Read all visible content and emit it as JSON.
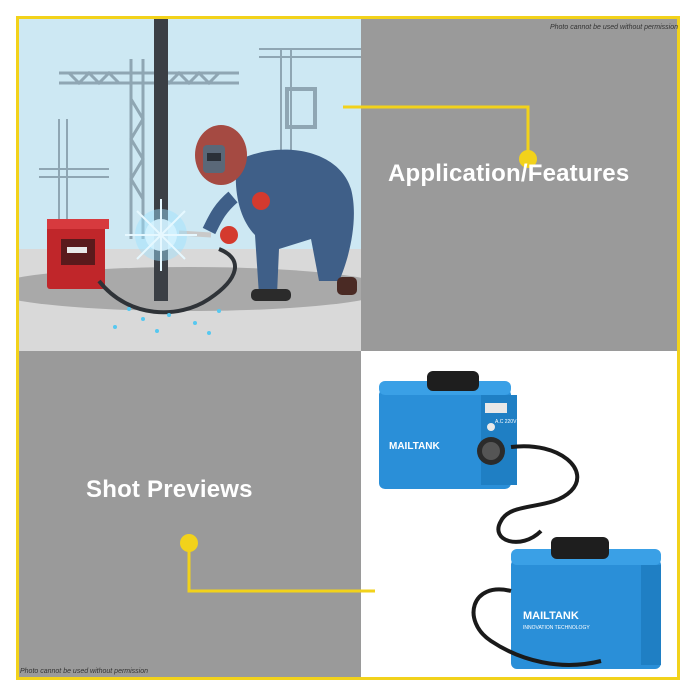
{
  "labels": {
    "application": "Application/Features",
    "shot_previews": "Shot Previews"
  },
  "watermarks": {
    "top": "Photo cannot be used without permission",
    "bottom": "Photo cannot be used without permission"
  },
  "product": {
    "brand": "MAILTANK",
    "tagline": "INNOVATION TECHNOLOGY",
    "voltage": "A.C 220V"
  },
  "colors": {
    "frame": "#f2d21b",
    "panel_gray": "#9a9a9a",
    "sky": "#cde8f3",
    "product_blue": "#2a8fd8"
  },
  "icons": [
    "welder-illustration",
    "crane-icon",
    "welding-machine-icon",
    "spark-icon"
  ]
}
